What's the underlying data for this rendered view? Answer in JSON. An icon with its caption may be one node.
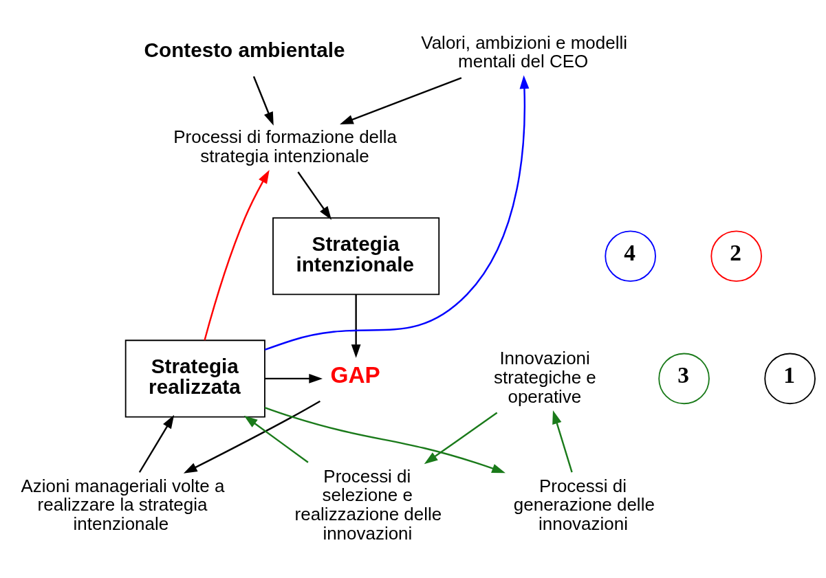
{
  "diagram": {
    "nodes": [
      {
        "text": [
          "Contesto ambientale"
        ]
      },
      {
        "text": [
          "Valori, ambizioni e modelli mentali del CEO"
        ]
      },
      {
        "text": [
          "Processi di formazione della strategia intenzionale"
        ]
      },
      {
        "text": [
          "Strategia intenzionale"
        ]
      },
      {
        "text": [
          "GAP"
        ]
      },
      {
        "text": [
          "Strategia realizzata"
        ]
      },
      {
        "text": [
          "Azioni manageriali volte a realizzare la strategia intenzionale"
        ]
      },
      {
        "text": [
          "Processi di generazione delle innovazioni"
        ]
      },
      {
        "text": [
          "Innovazioni strategiche e operative"
        ]
      },
      {
        "text": [
          "Processi di selezione e realizzazione delle innovazioni"
        ]
      },
      {
        "text": [
          "4"
        ]
      },
      {
        "text": [
          "2"
        ]
      },
      {
        "text": [
          "3"
        ]
      },
      {
        "text": [
          "1"
        ]
      }
    ],
    "edges": [
      {
        "from": 0,
        "to": 2,
        "arrow": "to"
      },
      {
        "from": 1,
        "to": 2,
        "arrow": "to"
      },
      {
        "from": 2,
        "to": 3,
        "arrow": "to"
      },
      {
        "from": 3,
        "to": 4,
        "arrow": "to"
      },
      {
        "from": 5,
        "to": 4,
        "arrow": "to"
      },
      {
        "from": 4,
        "to": 6,
        "arrow": "to"
      },
      {
        "from": 6,
        "to": 5,
        "arrow": "to"
      },
      {
        "from": 5,
        "to": 2,
        "arrow": "to",
        "color": "#ff0000"
      },
      {
        "from": 5,
        "to": 1,
        "arrow": "to",
        "color": "#0000ff"
      },
      {
        "from": 5,
        "to": 7,
        "arrow": "to",
        "color": "#1a7a1a"
      },
      {
        "from": 7,
        "to": 8,
        "arrow": "to",
        "color": "#1a7a1a"
      },
      {
        "from": 8,
        "to": 9,
        "arrow": "to",
        "color": "#1a7a1a"
      },
      {
        "from": 9,
        "to": 5,
        "arrow": "to",
        "color": "#1a7a1a"
      }
    ]
  }
}
